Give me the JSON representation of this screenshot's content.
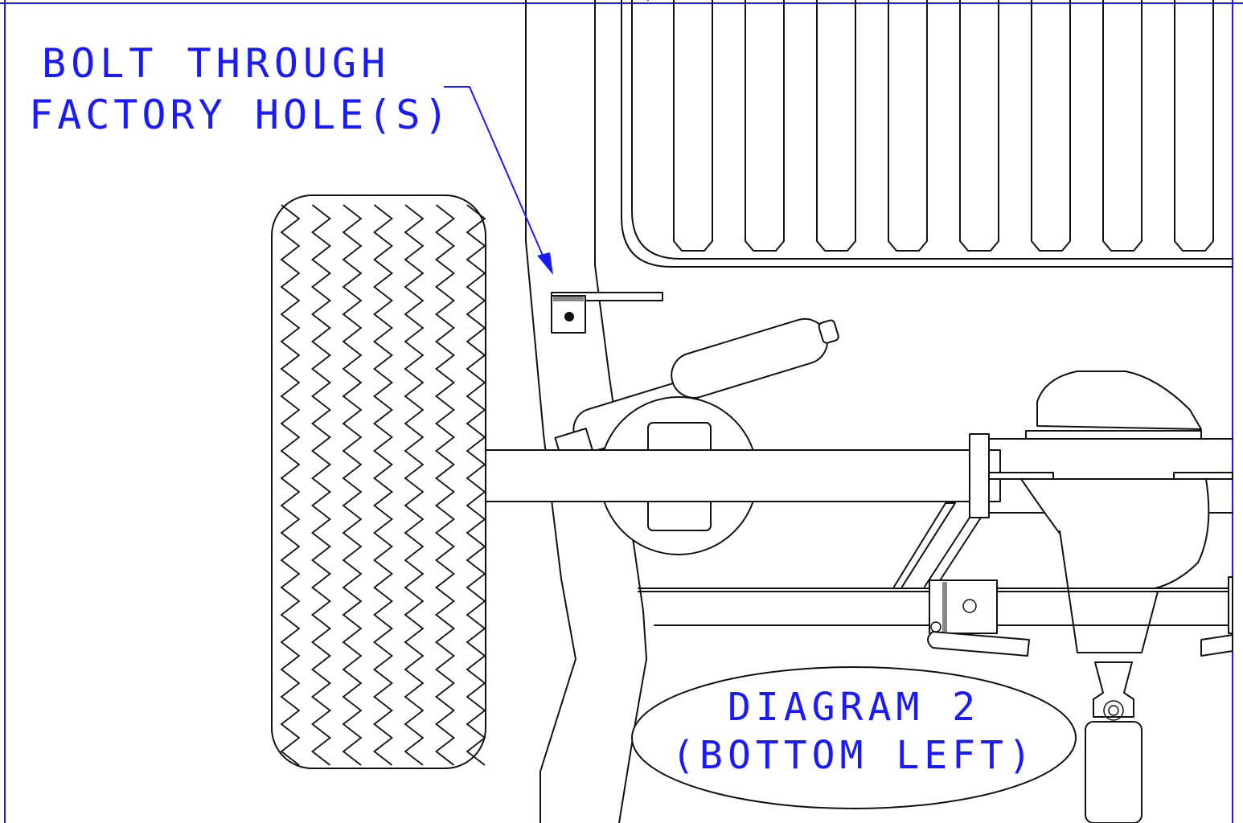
{
  "callout": {
    "line1": "BOLT THROUGH",
    "line2": "FACTORY HOLE(S)"
  },
  "caption": {
    "line1": "DIAGRAM 2",
    "line2": "(BOTTOM LEFT)"
  },
  "colors": {
    "annotation": "#1a1aff",
    "linework": "#111111",
    "background": "#ffffff"
  }
}
